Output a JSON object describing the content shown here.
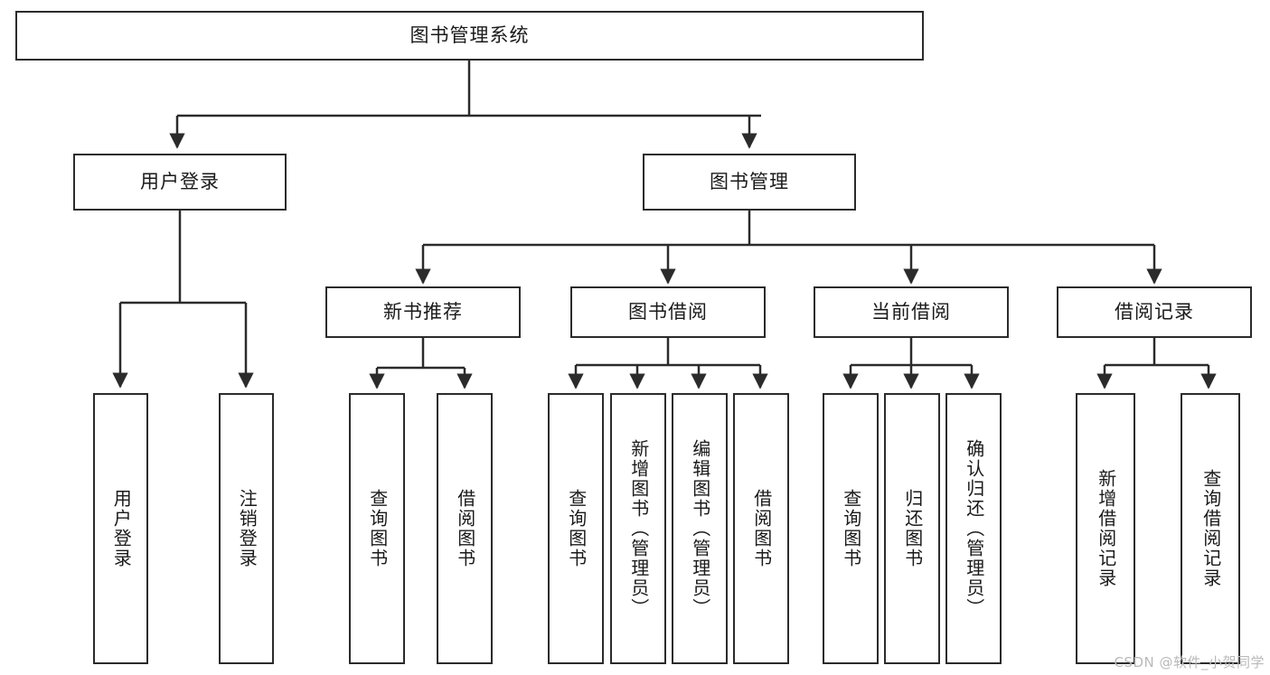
{
  "diagram": {
    "kind": "function-structure-tree",
    "title": "图书管理系统",
    "watermark": "CSDN @软件_小贺同学",
    "colors": {
      "stroke": "#2b2b2b",
      "fill": "#ffffff",
      "text": "#1a1a1a",
      "watermark": "#b9b9b9"
    },
    "root": {
      "label": "图书管理系统"
    },
    "level2": [
      {
        "label": "用户登录"
      },
      {
        "label": "图书管理"
      }
    ],
    "level3": [
      {
        "label": "新书推荐"
      },
      {
        "label": "图书借阅"
      },
      {
        "label": "当前借阅"
      },
      {
        "label": "借阅记录"
      }
    ],
    "leaves": {
      "user_login": [
        {
          "label": "用户登录"
        },
        {
          "label": "注销登录"
        }
      ],
      "new_book_recommend": [
        {
          "label": "查询图书"
        },
        {
          "label": "借阅图书"
        }
      ],
      "book_borrow": [
        {
          "label": "查询图书"
        },
        {
          "label": "新增图书（管理员）"
        },
        {
          "label": "编辑图书（管理员）"
        },
        {
          "label": "借阅图书"
        }
      ],
      "current_borrow": [
        {
          "label": "查询图书"
        },
        {
          "label": "归还图书"
        },
        {
          "label": "确认归还（管理员）"
        }
      ],
      "borrow_record": [
        {
          "label": "新增借阅记录"
        },
        {
          "label": "查询借阅记录"
        }
      ]
    }
  }
}
